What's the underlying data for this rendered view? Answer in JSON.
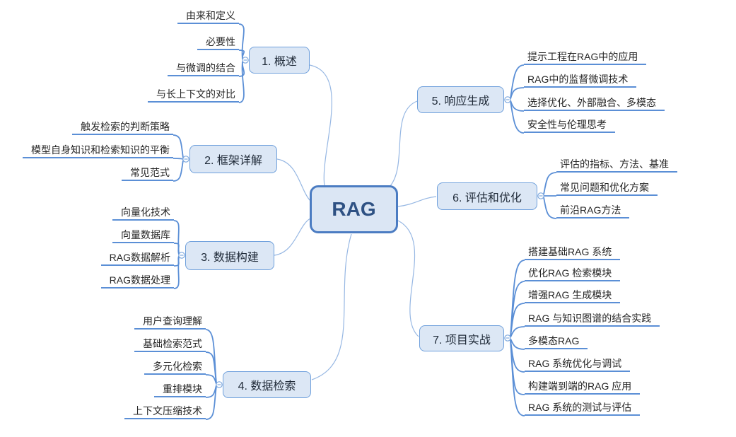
{
  "app": {
    "type": "mindmap-canvas"
  },
  "root": {
    "label": "RAG"
  },
  "branches": [
    {
      "label": "1. 概述",
      "side": "left",
      "children": [
        "由来和定义",
        "必要性",
        "与微调的结合",
        "与长上下文的对比"
      ]
    },
    {
      "label": "2. 框架详解",
      "side": "left",
      "children": [
        "触发检索的判断策略",
        "模型自身知识和检索知识的平衡",
        "常见范式"
      ]
    },
    {
      "label": "3. 数据构建",
      "side": "left",
      "children": [
        "向量化技术",
        "向量数据库",
        "RAG数据解析",
        "RAG数据处理"
      ]
    },
    {
      "label": "4. 数据检索",
      "side": "left",
      "children": [
        "用户查询理解",
        "基础检索范式",
        "多元化检索",
        "重排模块",
        "上下文压缩技术"
      ]
    },
    {
      "label": "5. 响应生成",
      "side": "right",
      "children": [
        "提示工程在RAG中的应用",
        "RAG中的监督微调技术",
        "选择优化、外部融合、多模态",
        "安全性与伦理思考"
      ]
    },
    {
      "label": "6. 评估和优化",
      "side": "right",
      "children": [
        "评估的指标、方法、基准",
        "常见问题和优化方案",
        "前沿RAG方法"
      ]
    },
    {
      "label": "7. 项目实战",
      "side": "right",
      "children": [
        "搭建基础RAG 系统",
        "优化RAG 检索模块",
        "增强RAG 生成模块",
        "RAG 与知识图谱的结合实践",
        "多模态RAG",
        "RAG 系统优化与调试",
        "构建端到端的RAG 应用",
        "RAG 系统的测试与评估"
      ]
    }
  ],
  "colors": {
    "root_fill": "#dbe6f4",
    "root_border": "#4b7cc2",
    "root_text": "#2e5183",
    "topic_fill": "#dce7f5",
    "topic_border": "#6fa0dc",
    "topic_text": "#1f2a38",
    "branch_line": "#5b8fd6",
    "center_curve": "#96b7e3",
    "child_text": "#262626",
    "background": "#ffffff"
  }
}
